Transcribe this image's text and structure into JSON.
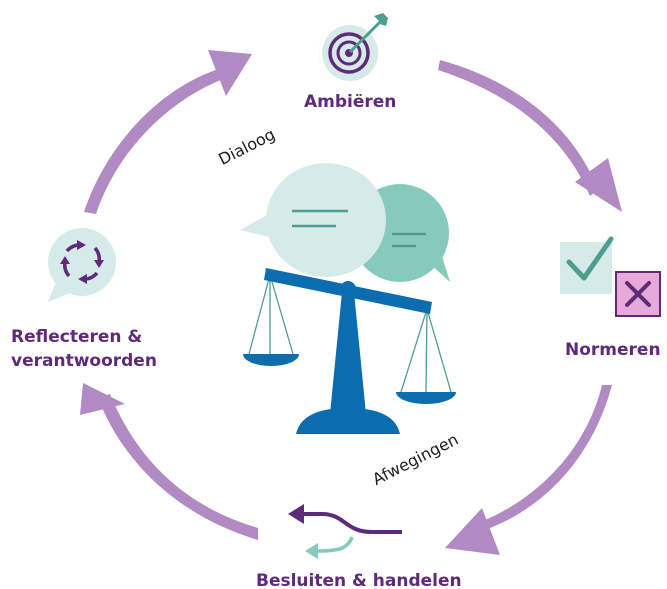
{
  "steps": {
    "ambieren": "Ambiëren",
    "normeren": "Normeren",
    "besluiten": "Besluiten & handelen",
    "reflecteren_line1": "Reflecteren &",
    "reflecteren_line2": "verantwoorden"
  },
  "center": {
    "dialoog": "Dialoog",
    "afwegingen": "Afwegingen"
  },
  "icons": {
    "ambieren": "target-arrow-icon",
    "normeren": "check-and-cross-icon",
    "besluiten": "diverging-arrows-icon",
    "reflecteren": "cycle-arrows-icon",
    "center": "scale-with-speech-bubbles-icon"
  },
  "colors": {
    "purple_text": "#5e2a79",
    "cycle_arrow": "#b18ac3",
    "light_teal": "#d6eaea",
    "teal": "#86cabd",
    "scale_blue": "#0b6db0"
  }
}
